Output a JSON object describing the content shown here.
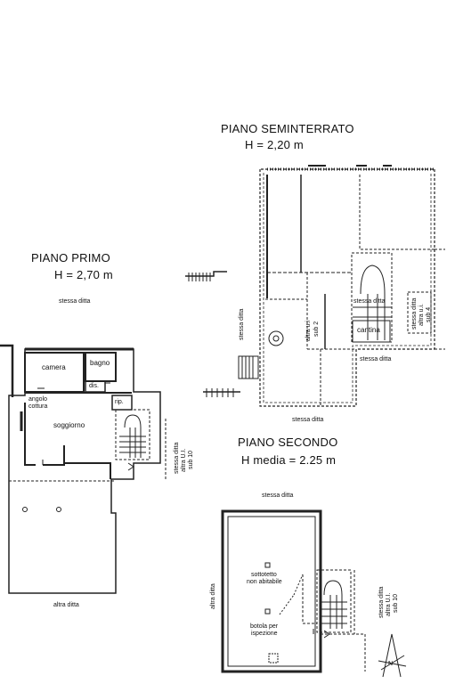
{
  "plans": {
    "seminterrato": {
      "title": "PIANO SEMINTERRATO",
      "height": "H = 2,20 m",
      "labels": {
        "stessa_ditta_left": "stessa ditta",
        "altra_ui_sub2": [
          "altra u.i",
          "sub 2"
        ],
        "stessa_ditta_top": "stessa ditta",
        "cantina": "cantina",
        "altra_ui_sub4": [
          "stessa ditta",
          "altra u.i.",
          "sub 4"
        ],
        "stessa_ditta_right": "stessa ditta",
        "stessa_ditta_bottom": "stessa ditta"
      }
    },
    "primo": {
      "title": "PIANO PRIMO",
      "height": "H = 2,70 m",
      "labels": {
        "stessa_ditta_top": "stessa ditta",
        "camera": "camera",
        "bagno": "bagno",
        "dis": "dis.",
        "angolo_cottura": [
          "angolo",
          "cottura"
        ],
        "rip": "rip.",
        "soggiorno": "soggiorno",
        "altra_ui_sub10": [
          "stessa ditta",
          "altra U.I.",
          "sub 10"
        ],
        "altra_ditta": "altra ditta"
      }
    },
    "secondo": {
      "title": "PIANO SECONDO",
      "height": "H media = 2.25 m",
      "labels": {
        "stessa_ditta_top": "stessa ditta",
        "sottotetto": [
          "sottotetto",
          "non abitabile"
        ],
        "botola": [
          "botola per",
          "ispezione"
        ],
        "altra_ditta": "altra ditta",
        "altra_ui_sub10": [
          "stessa ditta",
          "altra U.I.",
          "sub 10"
        ]
      }
    }
  },
  "north_arrow": "N"
}
